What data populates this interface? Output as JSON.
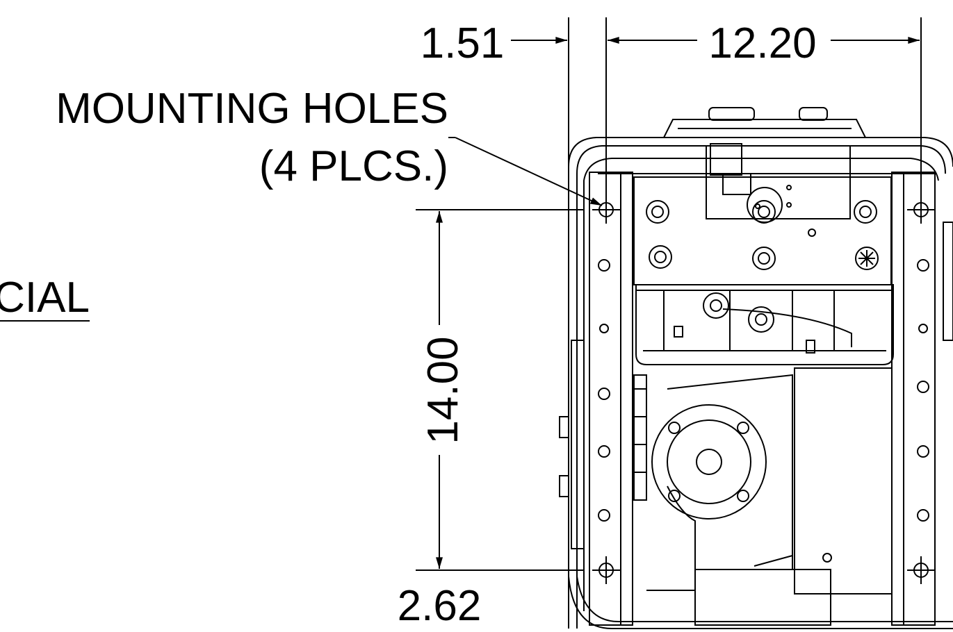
{
  "dimensions": {
    "left_offset": "1.51",
    "hole_spacing_width": "12.20",
    "hole_spacing_height": "14.00",
    "bottom_offset": "2.62"
  },
  "callout": {
    "line1": "MOUNTING HOLES",
    "line2": "(4 PLCS.)"
  },
  "cropped_label": "CIAL",
  "colors": {
    "ink": "#000000",
    "paper": "#ffffff"
  }
}
